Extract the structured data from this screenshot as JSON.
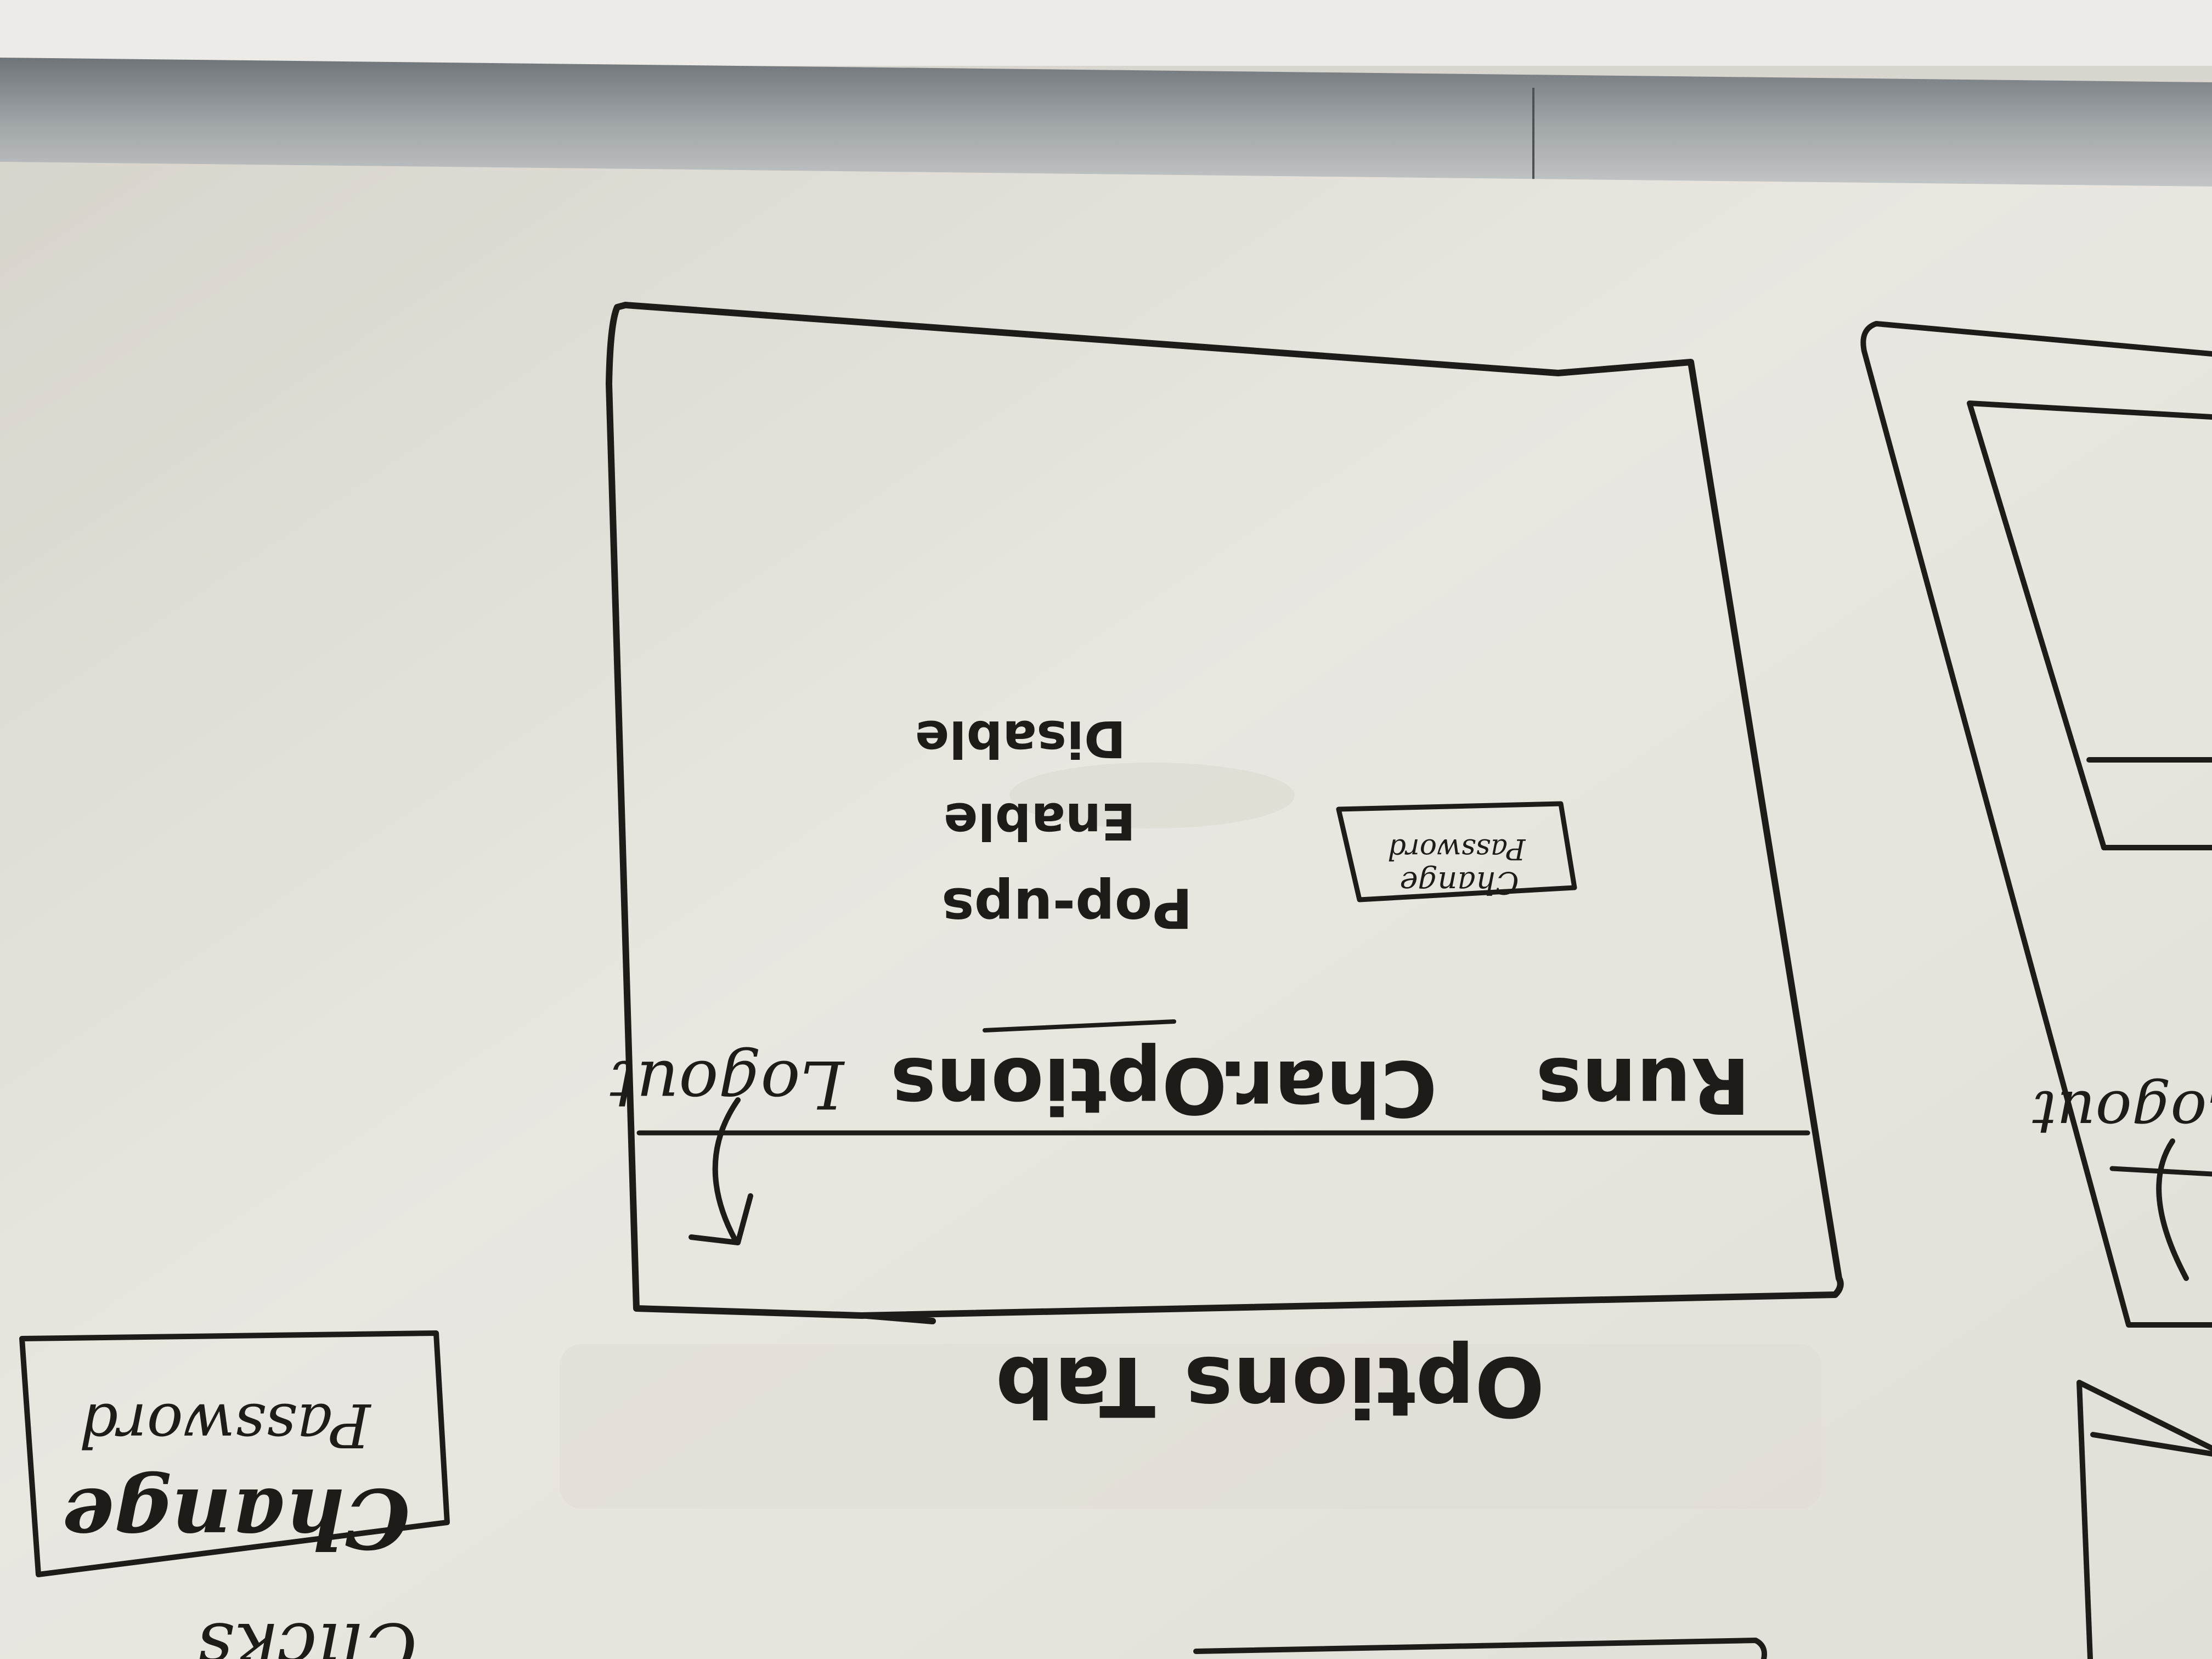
{
  "photo": {
    "subject": "whiteboard wireframe sketch, photographed upside down",
    "colors": {
      "board": "#e8e6df",
      "board_shadow": "#d4d1c9",
      "rail": "#8e9396",
      "rail_highlight": "#b8bcbd",
      "ceiling": "#ecebe7",
      "marker": "#1e1b18"
    }
  },
  "wireframe": {
    "caption": "Options Tab",
    "tabs": [
      {
        "label": "Runs"
      },
      {
        "label": "Char."
      },
      {
        "label": "Options",
        "selected": true
      },
      {
        "label": "Logout"
      }
    ],
    "popups": {
      "heading": "Pop-ups",
      "options": [
        {
          "label": "Enable"
        },
        {
          "label": "Disable"
        }
      ]
    },
    "change_password_button": {
      "line1": "Change",
      "line2": "Password"
    },
    "logout_arrow_icon": "curved-arrow-icon"
  },
  "side_sketch": {
    "change_password_button": {
      "line1": "Change",
      "line2": "Password"
    },
    "partial_word": "Clicks"
  },
  "right_sketch": {
    "partial_label": "Logout"
  }
}
